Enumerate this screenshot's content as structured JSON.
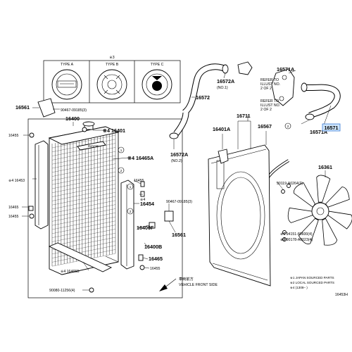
{
  "cap_types": {
    "section_ref": "※3",
    "type_a": "TYPE A",
    "type_b": "TYPE B",
    "type_c": "TYPE C"
  },
  "callouts": {
    "p16561": "16561",
    "p90467_top": "90467-09185(3)",
    "p16455_a": "16455",
    "p16400": "16400",
    "p16401_left": "※4 16401",
    "p16465a": "※4 16465A",
    "p16453": "※4 16453",
    "p16465_left": "16465",
    "p16455_b": "16455",
    "p16455_c": "16455",
    "p16454": "※4\n16454",
    "p90467_mid": "90467-09185(3)",
    "p16400f": "16400F",
    "p16400b": "16400B",
    "p16465_mid": "16465",
    "p16455_d": "16455",
    "p16561_mid": "16561",
    "p16465b": "※4 16465B",
    "p90080": "90080-11256(4)",
    "p16572_top": "16572A",
    "p16572_top_sub": "(NO.1)",
    "p16572": "16572",
    "p16572a_no2": "16572A",
    "p16572a_no2_sub": "(NO.2)",
    "p16571a_top": "16571A",
    "p16571a_bot": "16571A",
    "p16571": "16571",
    "refer1": "REFER TO\nILLUST NO.\n2 OF 2",
    "refer2": "REFER TO\nILLUST NO.\n2 OF 2",
    "p16711": "16711",
    "p16401a": "16401A",
    "p16567": "16567",
    "p16361": "16361",
    "p90119": "90119-A0264(2)",
    "p94151": "※1 94151-80600(4)",
    "p90178": "※2 90178-A0023(4)"
  },
  "legend": {
    "l1": "※1 JAPAN SOURCED PARTS",
    "l2": "※2 LOCAL SOURCED PARTS",
    "l4": "※4 (1308–        )"
  },
  "vehicle_front": {
    "jp": "車両前方",
    "en": "VEHICLE FRONT SIDE"
  },
  "marks": {
    "m1": "1",
    "m2": "2",
    "m3": "3"
  },
  "diagram_id": "16453H",
  "highlight": {
    "part": "16571",
    "color": "#cfe6fb"
  }
}
